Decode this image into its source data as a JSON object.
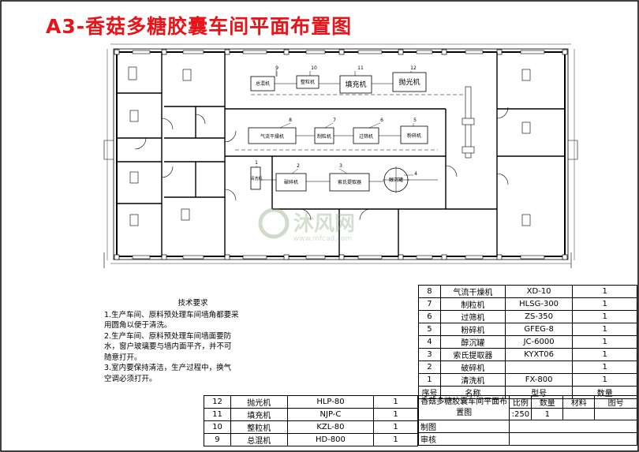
{
  "title": "A3-香菇多糖胶囊车间平面布置图",
  "tech": {
    "heading": "技术要求",
    "lines": [
      "1.生产车间、原料预处理车间墙角都要采",
      "用圆角以便于清洗。",
      "2.生产车间、原料预处理车间墙面要防",
      "水，窗户玻璃要与墙内面平齐，并不可",
      "随意打开。",
      "3.室内要保持清洁，生产过程中，换气",
      "空调必须打开。"
    ]
  },
  "equipment_right": [
    {
      "no": "8",
      "name": "气流干燥机",
      "model": "XD-10",
      "qty": "1"
    },
    {
      "no": "7",
      "name": "制粒机",
      "model": "HLSG-300",
      "qty": "1"
    },
    {
      "no": "6",
      "name": "过筛机",
      "model": "ZS-350",
      "qty": "1"
    },
    {
      "no": "5",
      "name": "粉碎机",
      "model": "GFEG-8",
      "qty": "1"
    },
    {
      "no": "4",
      "name": "醇沉罐",
      "model": "JC-6000",
      "qty": "1"
    },
    {
      "no": "3",
      "name": "索氏提取器",
      "model": "KYXT06",
      "qty": "1"
    },
    {
      "no": "2",
      "name": "破碎机",
      "model": "",
      "qty": "1"
    },
    {
      "no": "1",
      "name": "清洗机",
      "model": "FX-800",
      "qty": "1"
    }
  ],
  "equipment_header": {
    "no": "序号",
    "name": "名称",
    "model": "型号",
    "qty": "数量"
  },
  "equipment_left": [
    {
      "no": "12",
      "name": "抛光机",
      "model": "HLP-80",
      "qty": "1"
    },
    {
      "no": "11",
      "name": "填充机",
      "model": "NJP-C",
      "qty": "1"
    },
    {
      "no": "10",
      "name": "整粒机",
      "model": "KZL-80",
      "qty": "1"
    },
    {
      "no": "9",
      "name": "总混机",
      "model": "HD-800",
      "qty": "1"
    }
  ],
  "title_block": {
    "drawing_name": "香菇多糖胶囊车间平面布置图",
    "scale_label": "比例",
    "scale_value": ":250",
    "qty_label": "数量",
    "qty_value": "1",
    "material_label": "材料",
    "drawing_no_label": "图号",
    "drawn_label": "制图",
    "checked_label": "审核"
  },
  "plan_labels": {
    "m1": "1",
    "m2": "2",
    "m3": "3",
    "m4": "4",
    "m5": "5",
    "m6": "6",
    "m7": "7",
    "m8": "8",
    "m9": "9",
    "m10": "10",
    "m11": "11",
    "m12": "12",
    "tianchongji": "填充机",
    "paoguangji": "抛光机",
    "zongji": "总混机",
    "zhengli": "整粒机",
    "qiliu": "气流干燥机",
    "zhili": "制粒机",
    "guoshai": "过筛机",
    "fensui": "粉碎机",
    "posui": "破碎机",
    "suoshi": "索氏提取器",
    "chuchen": "醇沉罐",
    "qingxi": "清洗机"
  },
  "watermark": {
    "brand": "沐风网",
    "url": "www.mfcad.com"
  }
}
